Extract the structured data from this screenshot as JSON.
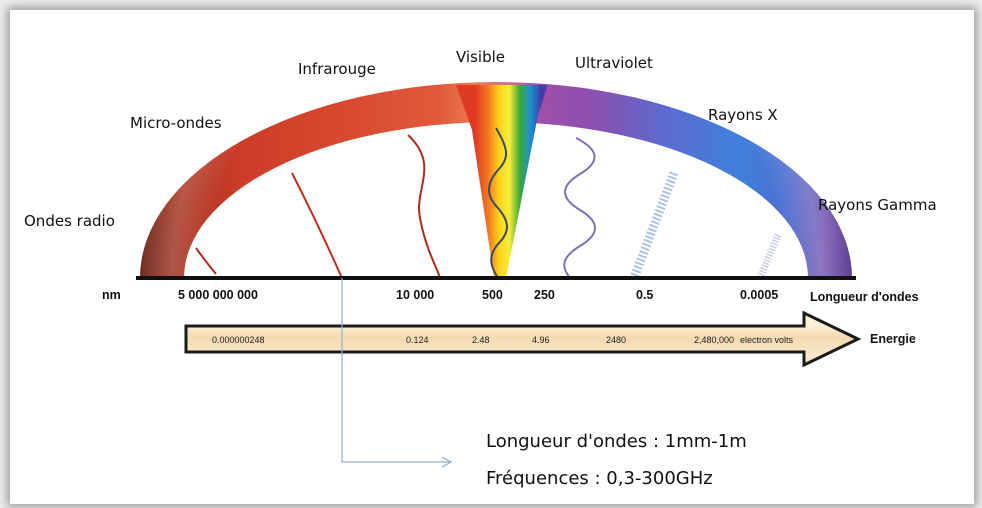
{
  "regions": {
    "radio": "Ondes radio",
    "micro": "Micro-ondes",
    "infrared": "Infrarouge",
    "visible": "Visible",
    "ultraviolet": "Ultraviolet",
    "xray": "Rayons X",
    "gamma": "Rayons Gamma"
  },
  "wavelength_axis": {
    "unit": "nm",
    "label": "Longueur d'ondes",
    "ticks": [
      "5 000 000 000",
      "10 000",
      "500",
      "250",
      "0.5",
      "0.0005"
    ]
  },
  "energy_axis": {
    "label": "Energie",
    "unit": "electron volts",
    "ticks": [
      "0.000000248",
      "0.124",
      "2.48",
      "4.96",
      "2480",
      "2,480,000"
    ]
  },
  "callout": {
    "wavelength_line": "Longueur d'ondes : 1mm-1m",
    "frequency_line": "Fréquences : 0,3-300GHz"
  },
  "colors": {
    "radio": "#7a2a1c",
    "micro": "#d5412b",
    "infrared": "#e05a3c",
    "ultraviolet": "#8a4fb0",
    "xray": "#3f78d6",
    "gamma": "#6a6ac8",
    "energy_bar": "#f6dfb8",
    "callout_line": "#8fb0cf"
  }
}
